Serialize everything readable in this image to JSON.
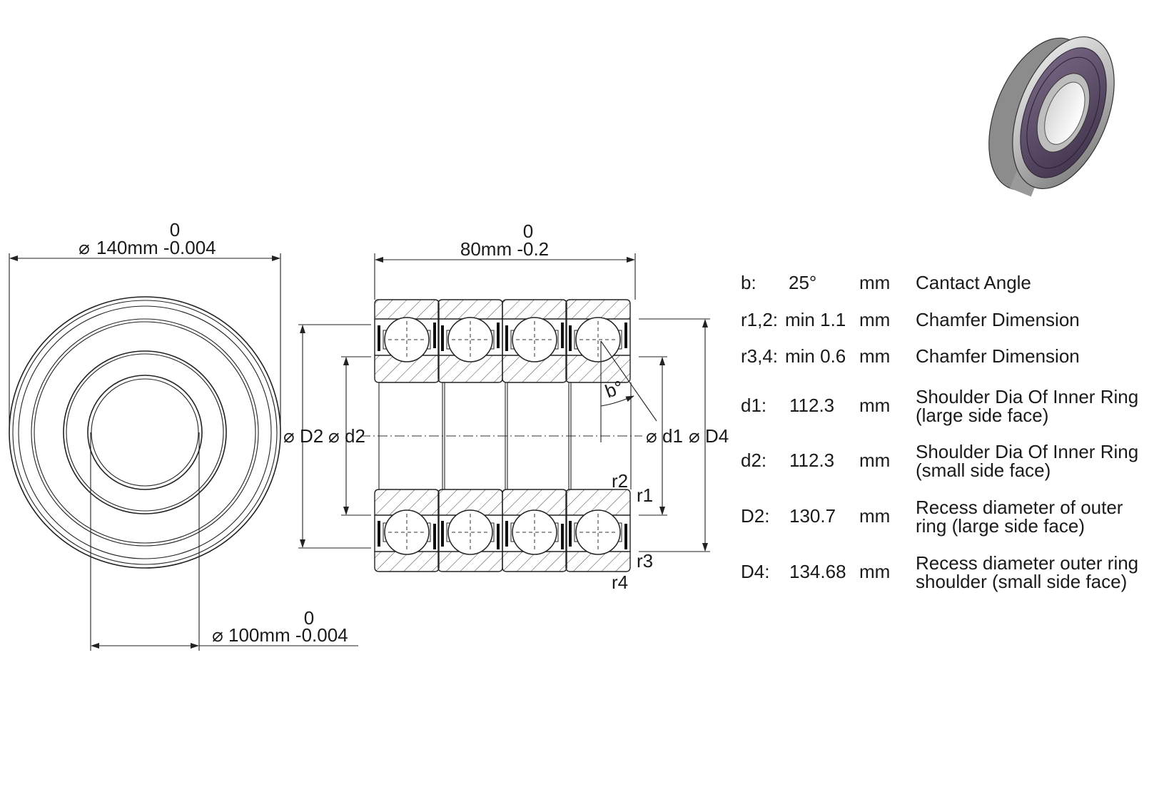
{
  "front_view": {
    "outer_tol_upper": "0",
    "outer_dim": "140mm -0.004",
    "inner_tol_upper": "0",
    "inner_dim": "100mm -0.004",
    "diameter_symbol": "⌀"
  },
  "section_view": {
    "width_tol_upper": "0",
    "width_dim": "80mm -0.2",
    "labels": {
      "D2": "D2",
      "d2": "d2",
      "d1": "d1",
      "D4": "D4",
      "b": "b°",
      "r1": "r1",
      "r2": "r2",
      "r3": "r3",
      "r4": "r4"
    }
  },
  "specs": [
    {
      "key": "b:",
      "value": "25°",
      "unit": "mm",
      "desc": [
        "Cantact Angle"
      ]
    },
    {
      "key": "r1,2:",
      "value": "min 1.1",
      "unit": "mm",
      "desc": [
        "Chamfer Dimension"
      ]
    },
    {
      "key": "r3,4:",
      "value": "min 0.6",
      "unit": "mm",
      "desc": [
        "Chamfer Dimension"
      ]
    },
    {
      "key": "d1:",
      "value": "112.3",
      "unit": "mm",
      "desc": [
        "Shoulder Dia Of Inner Ring",
        "(large side face)"
      ]
    },
    {
      "key": "d2:",
      "value": "112.3",
      "unit": "mm",
      "desc": [
        "Shoulder Dia Of Inner Ring",
        "(small side face)"
      ]
    },
    {
      "key": "D2:",
      "value": "130.7",
      "unit": "mm",
      "desc": [
        "Recess diameter of outer",
        "ring (large side face)"
      ]
    },
    {
      "key": "D4:",
      "value": "134.68",
      "unit": "mm",
      "desc": [
        "Recess diameter outer ring",
        "shoulder (small side face)"
      ]
    }
  ],
  "colors": {
    "line": "#222222",
    "seal": "#5a4a66",
    "steel": "#c8c8c8"
  },
  "icons": [
    "bearing-3d-render-icon"
  ]
}
